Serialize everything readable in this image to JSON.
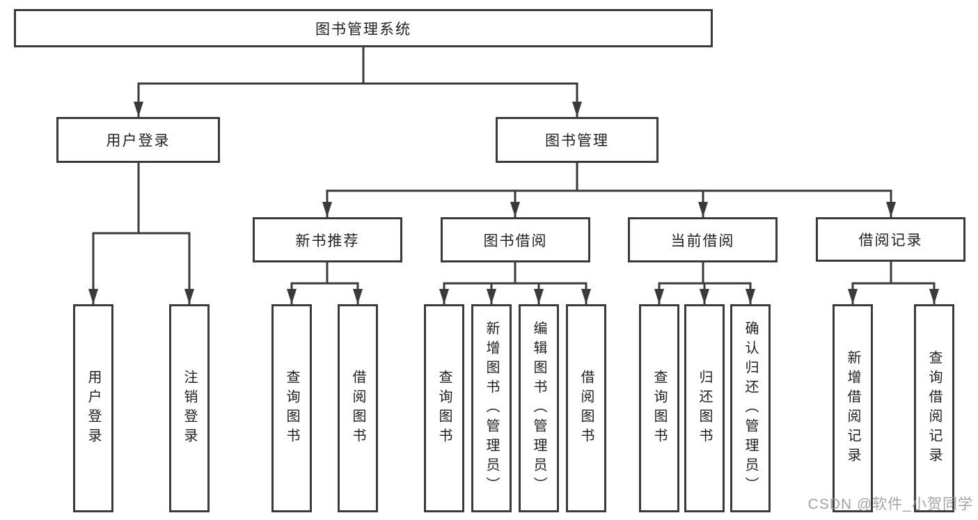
{
  "diagram": {
    "root": {
      "label": "图书管理系统"
    },
    "branches": {
      "user_login": {
        "label": "用户登录",
        "children": [
          "用户登录",
          "注销登录"
        ]
      },
      "book_management": {
        "label": "图书管理",
        "sections": {
          "new_book_recommend": {
            "label": "新书推荐",
            "children": [
              "查询图书",
              "借阅图书"
            ]
          },
          "book_borrowing": {
            "label": "图书借阅",
            "children": [
              "查询图书",
              "新增图书（管理员）",
              "编辑图书（管理员）",
              "借阅图书"
            ]
          },
          "current_borrowing": {
            "label": "当前借阅",
            "children": [
              "查询图书",
              "归还图书",
              "确认归还（管理员）"
            ]
          },
          "borrowing_records": {
            "label": "借阅记录",
            "children": [
              "新增借阅记录",
              "查询借阅记录"
            ]
          }
        }
      }
    },
    "watermark": "CSDN @软件_小贺同学",
    "colors": {
      "line": "#3a3a3a",
      "text": "#1f1f1f",
      "background": "#ffffff",
      "watermark": "#9a9a9a"
    }
  }
}
